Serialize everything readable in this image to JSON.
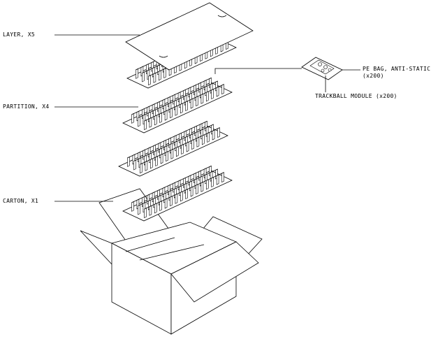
{
  "labels": {
    "layer": "LAYER, X5",
    "partition": "PARTITION, X4",
    "carton": "CARTON, X1",
    "pe_bag": "PE BAG, ANTI-STATIC",
    "pe_bag_qty": "(x200)",
    "module": "TRACKBALL  MODULE  (x200)"
  },
  "counts": {
    "partition_layers": 4,
    "slot_rows_per_partition": 3
  }
}
